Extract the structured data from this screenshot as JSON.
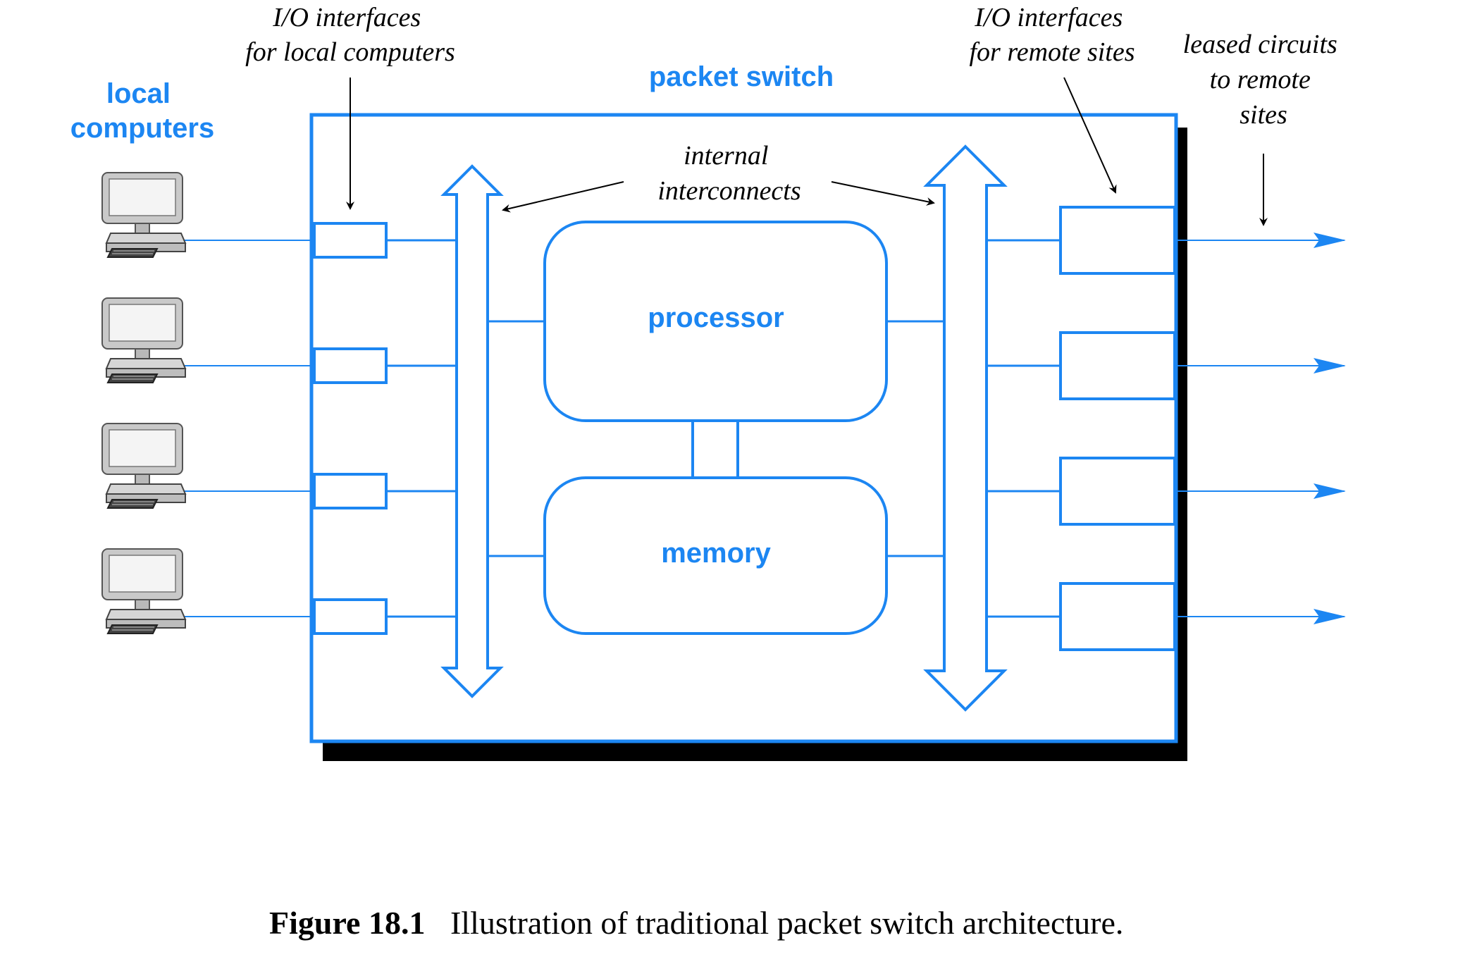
{
  "labels": {
    "local_computers": [
      "local",
      "computers"
    ],
    "io_local": [
      "I/O interfaces",
      "for local computers"
    ],
    "packet_switch": "packet switch",
    "internal_interconnects": [
      "internal",
      "interconnects"
    ],
    "io_remote": [
      "I/O interfaces",
      "for remote sites"
    ],
    "leased_circuits": [
      "leased circuits",
      "to remote",
      "sites"
    ],
    "processor": "processor",
    "memory": "memory"
  },
  "caption": {
    "number": "Figure 18.1",
    "text": "Illustration of traditional packet switch architecture."
  },
  "colors": {
    "accent": "#1c86f2",
    "shadow": "#000000",
    "annotation": "#000000"
  },
  "computers": {
    "count": 4,
    "icon": "desktop-computer-icon"
  },
  "remote_links": {
    "count": 4
  }
}
